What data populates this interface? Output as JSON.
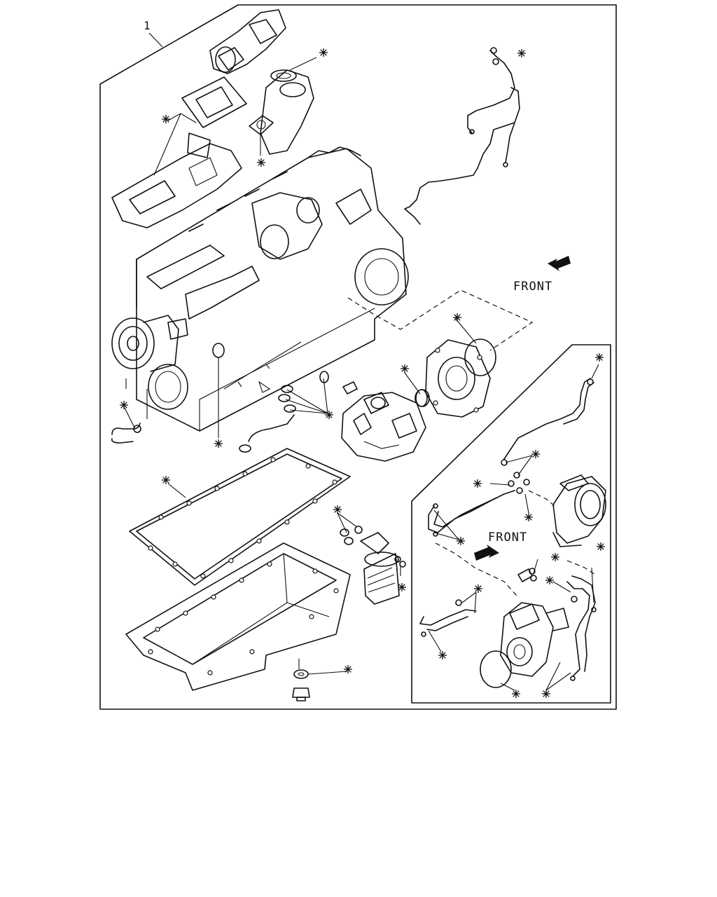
{
  "figure": {
    "item_number": "1",
    "front_label_main": "FRONT",
    "front_label_inset": "FRONT"
  },
  "legend": {
    "asterisk_symbol": "asterisk-marker-icon",
    "arrow_symbol": "front-arrow-icon"
  },
  "colors": {
    "line": "#111111",
    "background": "#ffffff"
  }
}
